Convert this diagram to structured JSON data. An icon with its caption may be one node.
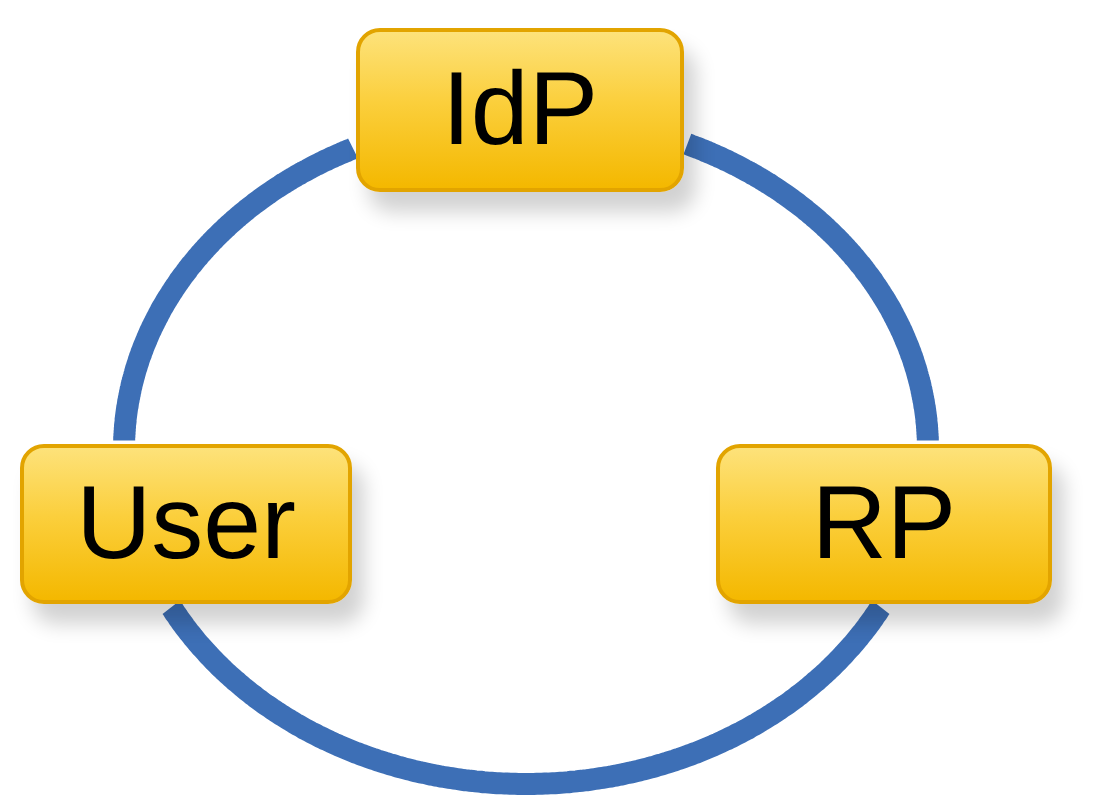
{
  "diagram": {
    "nodes": [
      {
        "text": [
          "IdP"
        ]
      },
      {
        "text": [
          "User"
        ]
      },
      {
        "text": [
          "RP"
        ]
      }
    ],
    "edges": [
      {
        "from": 0,
        "to": 2,
        "arrow": "none"
      },
      {
        "from": 2,
        "to": 1,
        "arrow": "none"
      },
      {
        "from": 1,
        "to": 0,
        "arrow": "none"
      }
    ]
  }
}
